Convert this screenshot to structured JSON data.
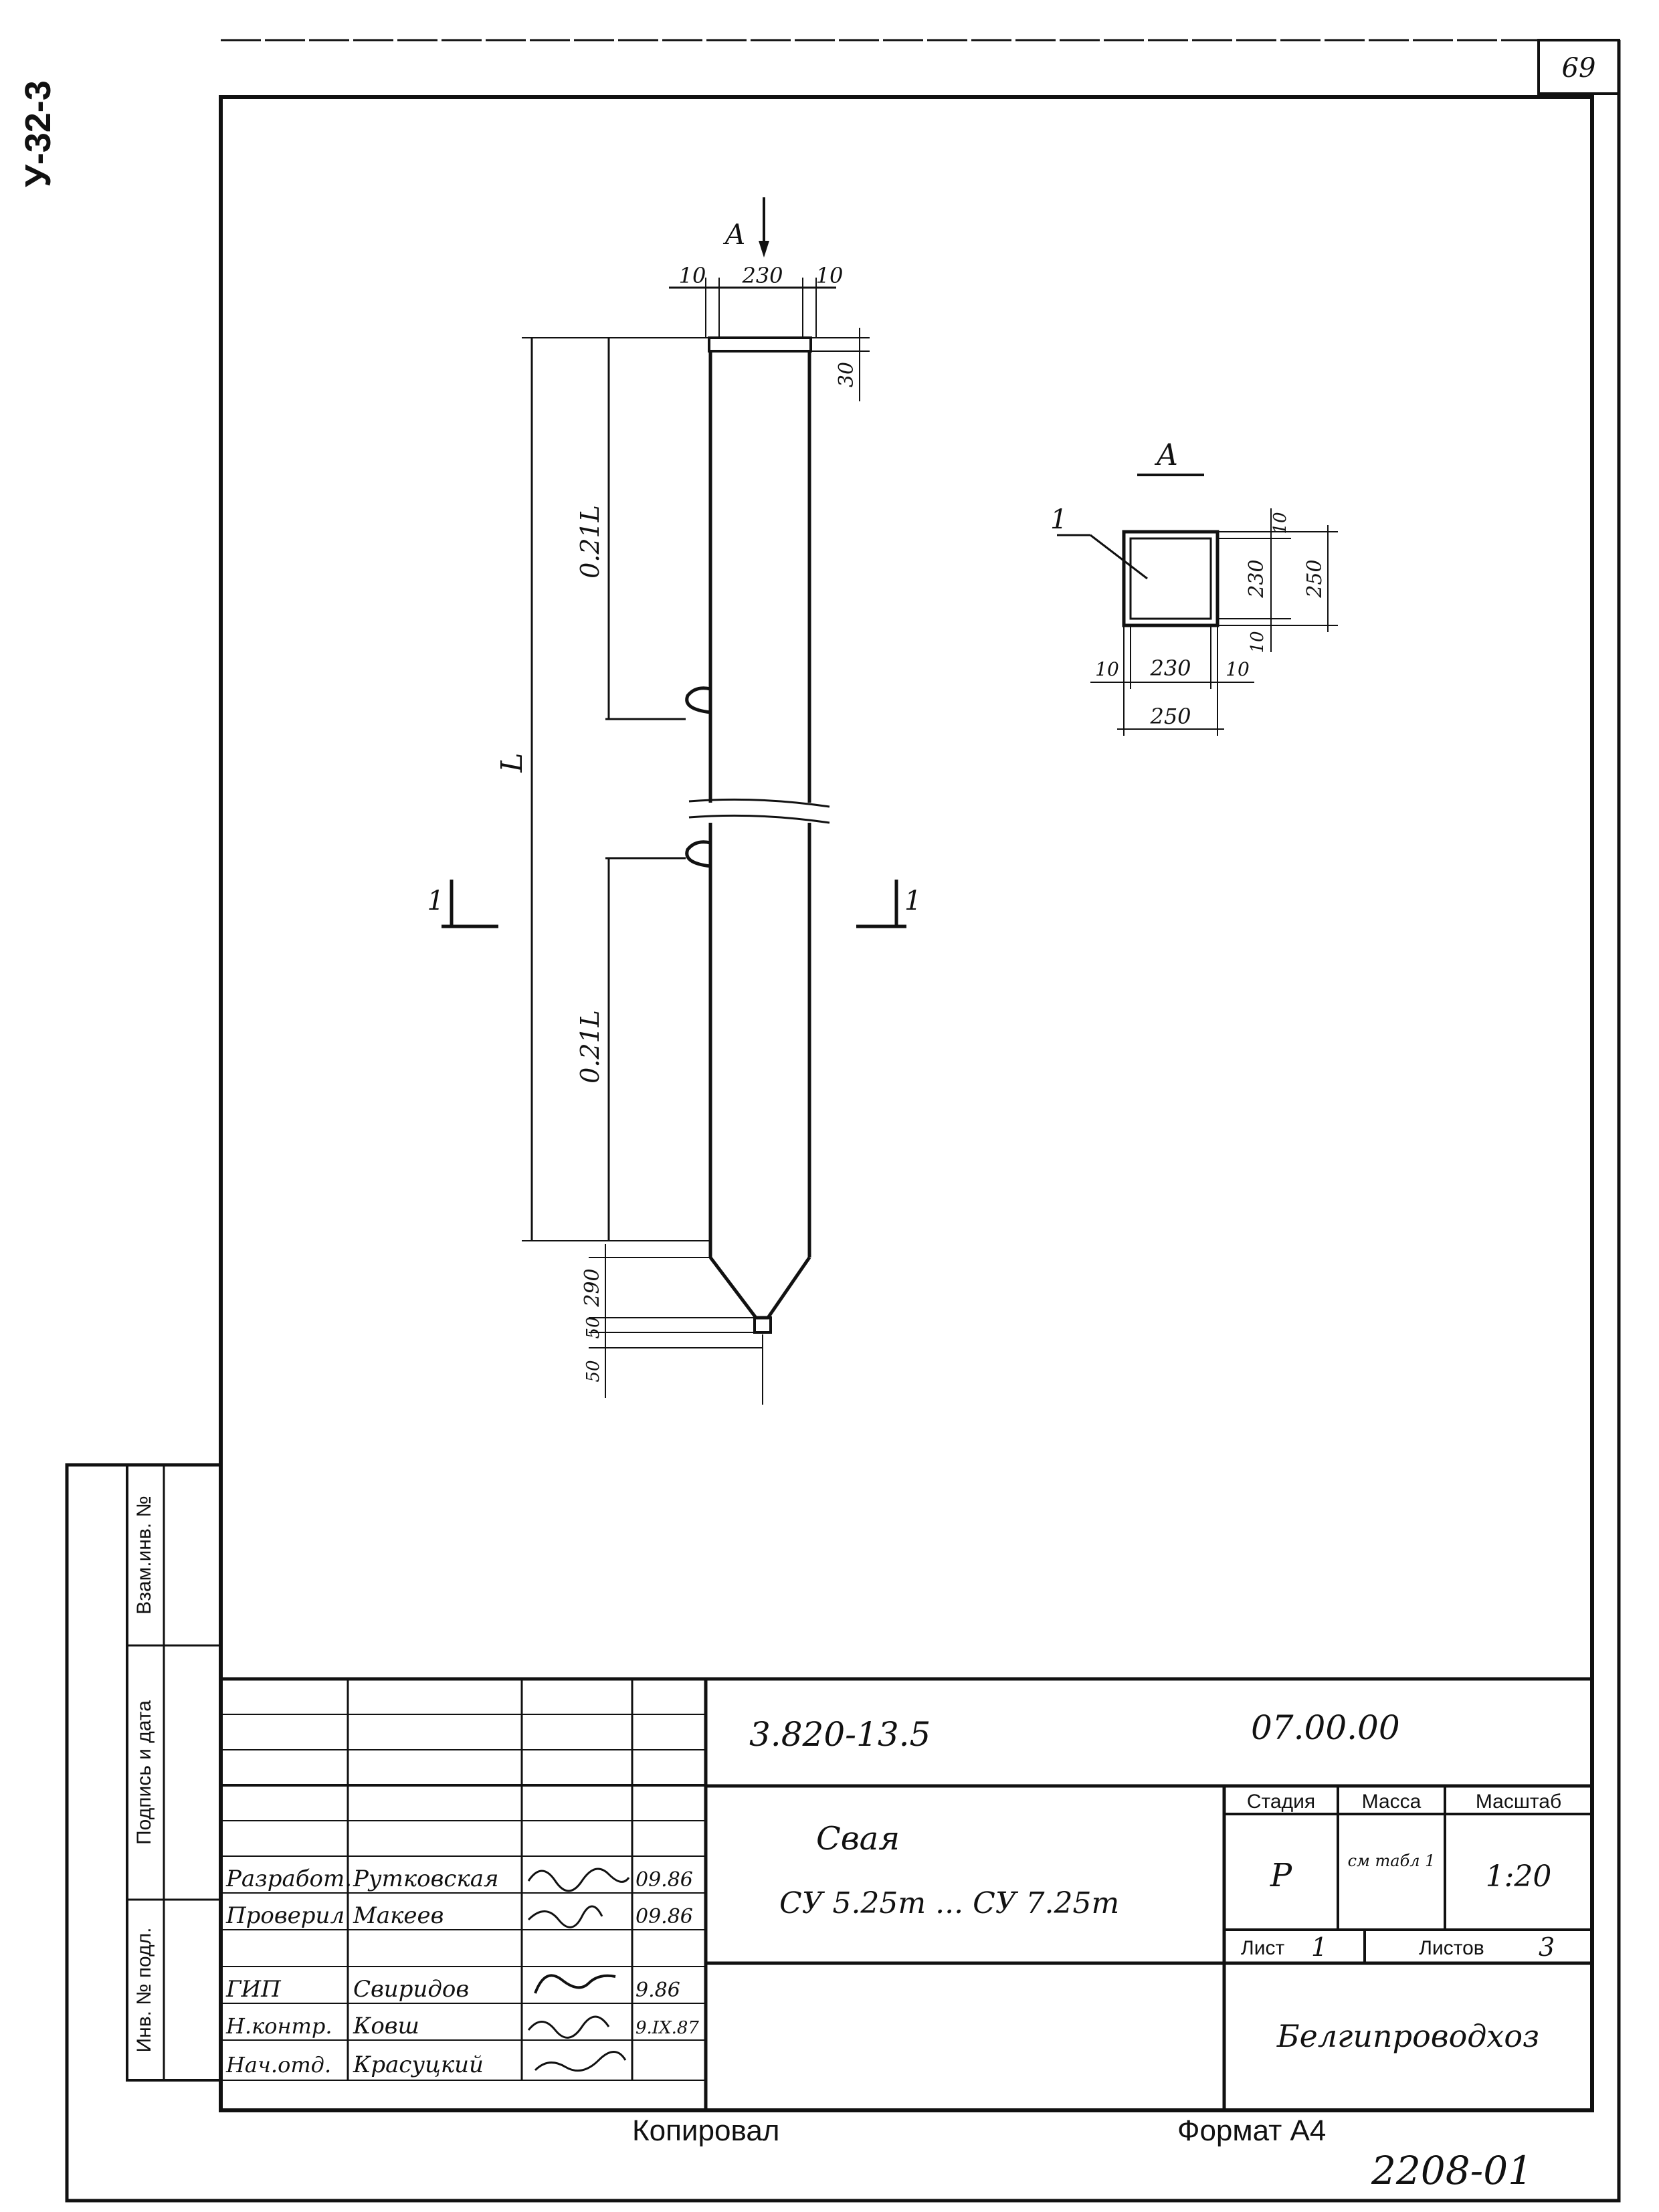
{
  "sheet_number": "69",
  "side_code": "У-32-3",
  "drawing": {
    "view_marker": "А",
    "top_dims": [
      "10",
      "230",
      "10"
    ],
    "top_right_dim": "30",
    "length_label": "L",
    "upper_segment_label": "0.21L",
    "lower_segment_label": "0.21L",
    "section_mark": "1",
    "tip_dims": [
      "290",
      "50",
      "50"
    ]
  },
  "section": {
    "title": "А",
    "leader": "1",
    "right_dims": [
      "10",
      "230",
      "10"
    ],
    "right_total": "250",
    "bottom_dims": [
      "10",
      "230",
      "10"
    ],
    "bottom_total": "250"
  },
  "side_stamp": [
    "Инв. № подл.",
    "Подпись и дата",
    "Взам.инв. №"
  ],
  "title_block": {
    "doc_code": "3.820-13.5",
    "doc_number": "07.00.00",
    "name": "Свая",
    "designations": "СУ 5.25т ... СУ 7.25т",
    "headers": {
      "stage": "Стадия",
      "mass": "Масса",
      "scale": "Масштаб"
    },
    "stage_value": "Р",
    "mass_value": "см табл 1",
    "scale_value": "1:20",
    "sheet_label": "Лист",
    "sheet_value": "1",
    "sheets_label": "Листов",
    "sheets_value": "3",
    "organization": "Белгипроводхоз",
    "signatures": [
      {
        "role": "Разработ.",
        "name": "Рутковская",
        "date": "09.86"
      },
      {
        "role": "Проверил",
        "name": "Макеев",
        "date": "09.86"
      },
      {
        "role": "ГИП",
        "name": "Свиридов",
        "date": "9.86"
      },
      {
        "role": "Н.контр.",
        "name": "Ковш",
        "date": "9.IX.87"
      },
      {
        "role": "Нач.отд.",
        "name": "Красуцкий",
        "date": ""
      }
    ]
  },
  "footer": {
    "copied": "Копировал",
    "format": "Формат А4",
    "archive_number": "2208-01"
  }
}
